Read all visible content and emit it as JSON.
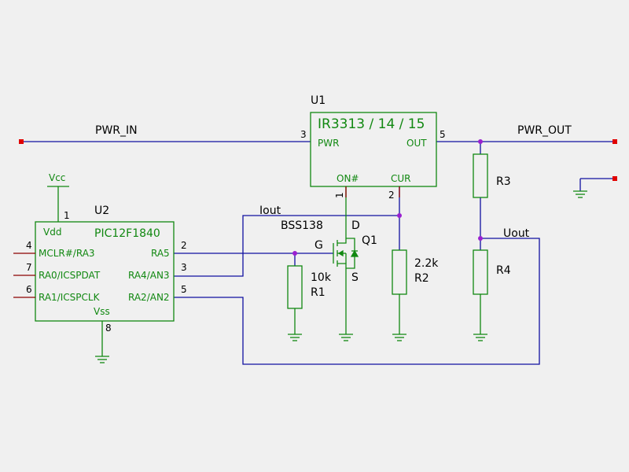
{
  "colors": {
    "background": "#f0f0f0",
    "wire": "#1010a0",
    "component": "#118811",
    "text": "#000000",
    "junction": "#9a1fd0",
    "pin": "#8b0000",
    "connector": "#e00000",
    "power_symbol": "#118811"
  },
  "u1": {
    "ref": "U1",
    "value": "IR3313 / 14 / 15",
    "pins": {
      "pwr": {
        "name": "PWR",
        "number": "3"
      },
      "out": {
        "name": "OUT",
        "number": "5"
      },
      "on": {
        "name": "ON#",
        "number": "1"
      },
      "cur": {
        "name": "CUR",
        "number": "2"
      }
    }
  },
  "u2": {
    "ref": "U2",
    "value": "PIC12F1840",
    "pins": {
      "vdd": {
        "name": "Vdd",
        "number": "1"
      },
      "mclr": {
        "name": "MCLR#/RA3",
        "number": "4"
      },
      "ra0": {
        "name": "RA0/ICSPDAT",
        "number": "7"
      },
      "ra1": {
        "name": "RA1/ICSPCLK",
        "number": "6"
      },
      "ra5": {
        "name": "RA5",
        "number": "2"
      },
      "ra4": {
        "name": "RA4/AN3",
        "number": "3"
      },
      "ra2": {
        "name": "RA2/AN2",
        "number": "5"
      },
      "vss": {
        "name": "Vss",
        "number": "8"
      }
    }
  },
  "q1": {
    "ref": "Q1",
    "value": "BSS138",
    "gate": "G",
    "drain": "D",
    "source": "S"
  },
  "r1": {
    "ref": "R1",
    "value": "10k"
  },
  "r2": {
    "ref": "R2",
    "value": "2.2k"
  },
  "r3": {
    "ref": "R3"
  },
  "r4": {
    "ref": "R4"
  },
  "nets": {
    "pwr_in": "PWR_IN",
    "pwr_out": "PWR_OUT",
    "iout": "Iout",
    "uout": "Uout",
    "vcc": "Vcc"
  }
}
